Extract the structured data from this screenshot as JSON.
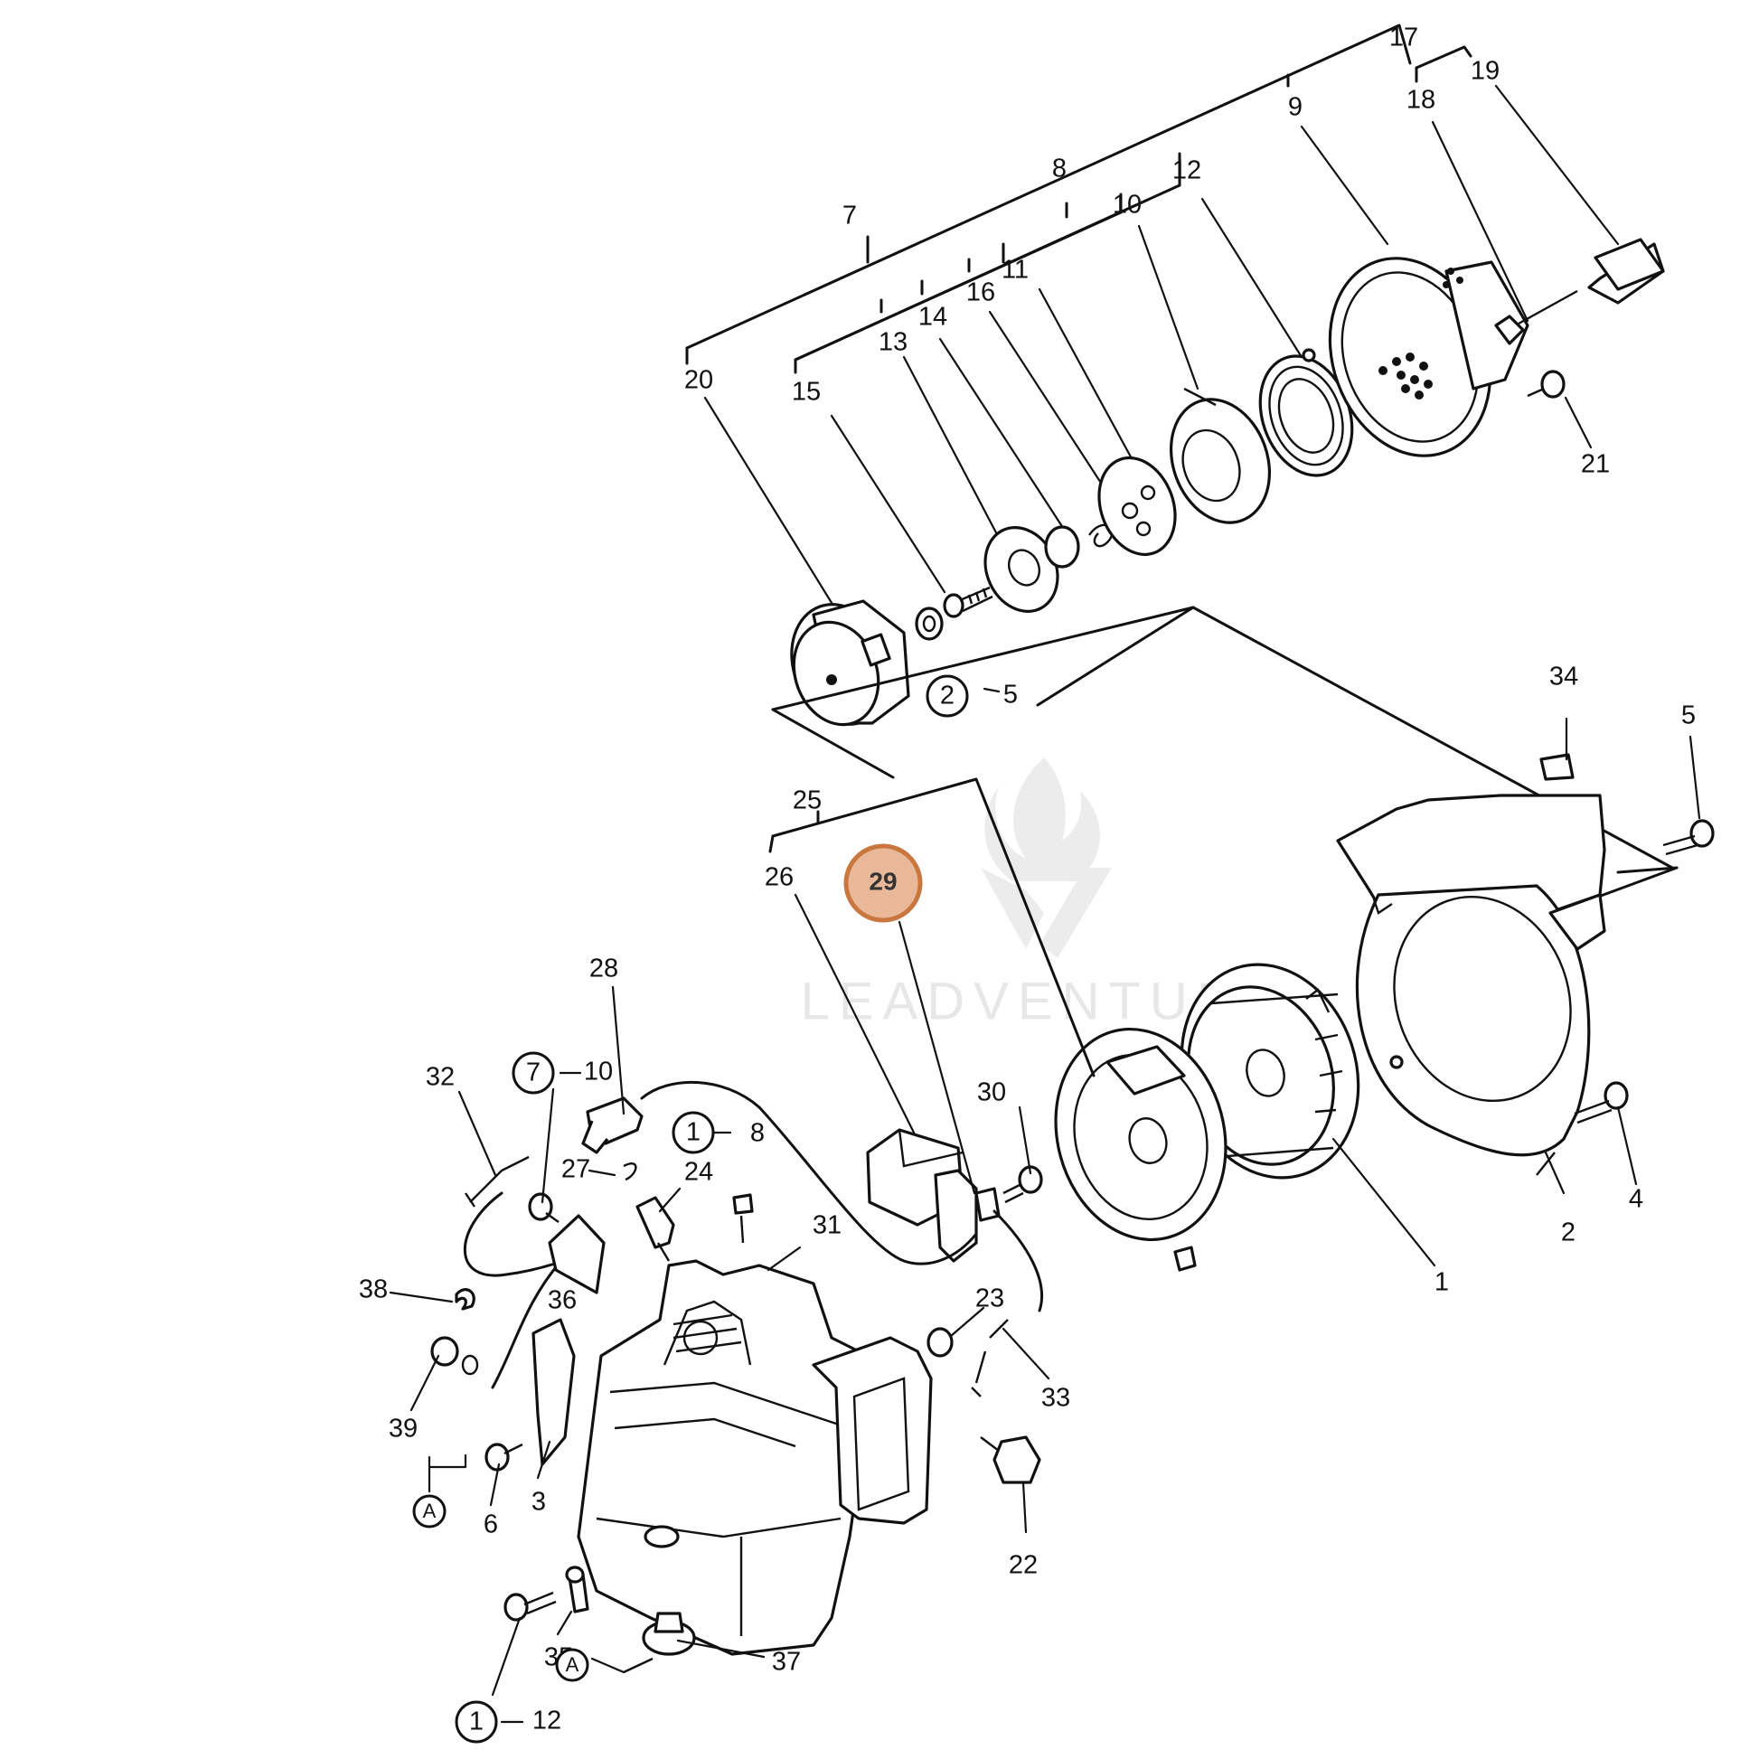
{
  "watermark": {
    "text": "LEADVENTURE"
  },
  "highlight": {
    "label": "29",
    "color": "#e8b898",
    "border_color": "#c9773f"
  },
  "labels": {
    "l17": "17",
    "l19": "19",
    "l18": "18",
    "l9": "9",
    "l8": "8",
    "l12": "12",
    "l7": "7",
    "l10": "10",
    "l16": "16",
    "l11": "11",
    "l13": "13",
    "l14": "14",
    "l20": "20",
    "l15": "15",
    "l21": "21",
    "l34": "34",
    "l5a": "5",
    "l2_5_5": "5",
    "l25": "25",
    "l26": "26",
    "l28": "28",
    "l7_10_10": "10",
    "l32": "32",
    "l30": "30",
    "l1_8_8": "8",
    "l27": "27",
    "l24": "24",
    "l31": "31",
    "l38": "38",
    "l36": "36",
    "l23": "23",
    "l33": "33",
    "l39": "39",
    "l6": "6",
    "l3": "3",
    "l22": "22",
    "l35": "35",
    "l37": "37",
    "l1_12_12": "12",
    "l1": "1",
    "l2": "2",
    "l4": "4"
  },
  "circled": {
    "c2": "2",
    "c7": "7",
    "c1a": "1",
    "c1b": "1",
    "cA1": "A",
    "cA2": "A"
  }
}
